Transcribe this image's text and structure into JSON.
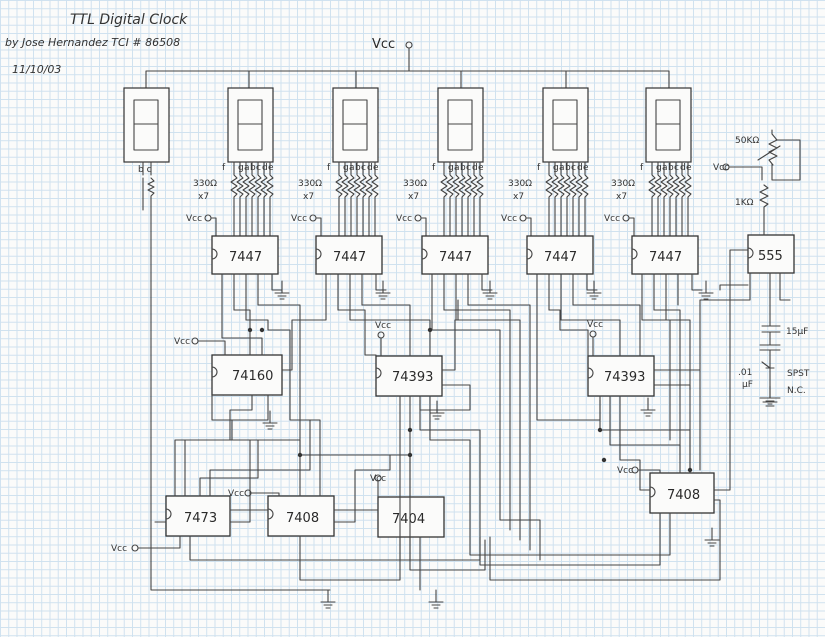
{
  "header": {
    "title": "TTL Digital Clock",
    "author": "by  Jose Hernandez    TCI # 86508",
    "date": "11/10/03"
  },
  "vcc_label": "Vcc",
  "resistor_label": "330Ω",
  "resistor_multiplier": "x7",
  "segment_pin_labels": [
    "f",
    "g",
    "a",
    "b",
    "c",
    "d",
    "e"
  ],
  "first_digit_pins": "b c",
  "decoders": [
    "7447",
    "7447",
    "7447",
    "7447",
    "7447",
    "7447"
  ],
  "counters": [
    "74160",
    "74393",
    "74393"
  ],
  "logic_chips": {
    "flipflop": "7473",
    "and_gate_left": "7408",
    "inverter": "7404",
    "and_gate_right": "7408"
  },
  "timer": {
    "chip": "555",
    "pot": "50KΩ",
    "resistor": "1KΩ",
    "capacitor_top": "15μF",
    "capacitor_bottom_1": ".01",
    "capacitor_bottom_2": "μF",
    "switch_1": "SPST",
    "switch_2": "N.C."
  }
}
